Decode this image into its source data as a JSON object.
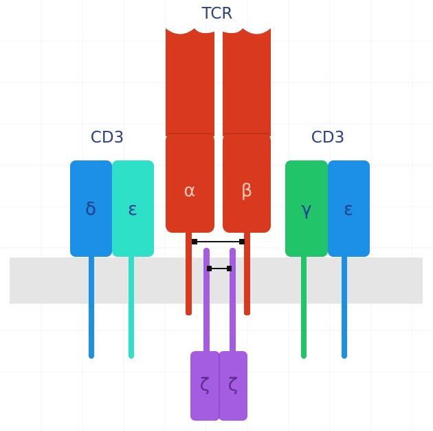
{
  "labels": {
    "tcr": "TCR",
    "cd3_left": "CD3",
    "cd3_right": "CD3"
  },
  "chains": {
    "alpha": "α",
    "beta": "β",
    "delta": "δ",
    "epsilon_left": "ε",
    "gamma": "γ",
    "epsilon_right": "ε",
    "zeta_left": "ζ",
    "zeta_right": "ζ"
  },
  "colors": {
    "tcr": "#d93a1e",
    "delta": "#1c8fe6",
    "epsilon_left": "#2ee0c8",
    "gamma": "#22c46a",
    "epsilon_right": "#1c8fe6",
    "zeta": "#a45de0",
    "membrane": "#e5e5e5",
    "label": "#2d3e8a",
    "greek_dark": "#1f3f8f"
  }
}
